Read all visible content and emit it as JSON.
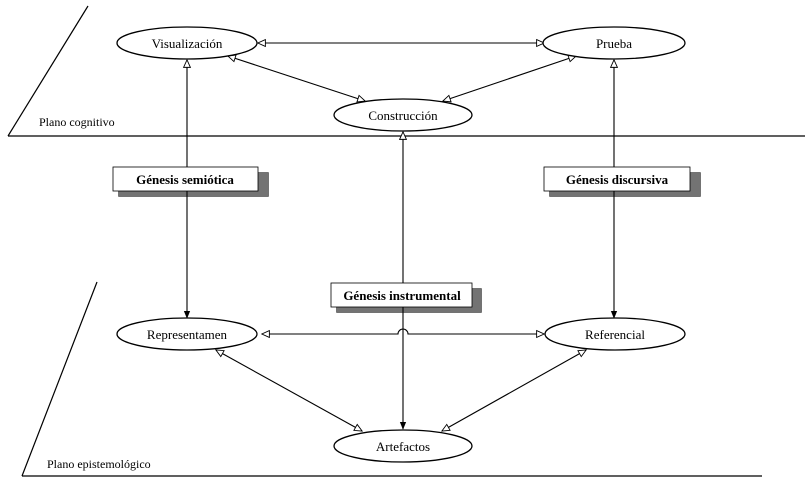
{
  "planes": {
    "cognitive": "Plano cognitivo",
    "epistemological": "Plano epistemológico"
  },
  "nodes": {
    "visualizacion": "Visualización",
    "prueba": "Prueba",
    "construccion": "Construcción",
    "representamen": "Representamen",
    "referencial": "Referencial",
    "artefactos": "Artefactos"
  },
  "genesis": {
    "semiotica": "Génesis semiótica",
    "discursiva": "Génesis discursiva",
    "instrumental": "Génesis instrumental"
  }
}
